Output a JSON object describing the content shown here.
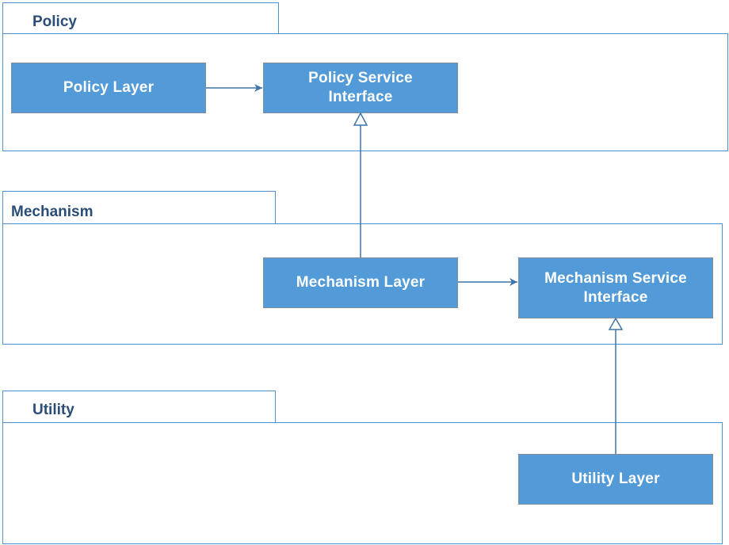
{
  "packages": {
    "policy": {
      "label": "Policy"
    },
    "mechanism": {
      "label": "Mechanism"
    },
    "utility": {
      "label": "Utility"
    }
  },
  "nodes": {
    "policy_layer": {
      "label": "Policy Layer"
    },
    "policy_service_interface": {
      "label": "Policy Service\nInterface"
    },
    "mechanism_layer": {
      "label": "Mechanism Layer"
    },
    "mechanism_service_interface": {
      "label": "Mechanism Service\nInterface"
    },
    "utility_layer": {
      "label": "Utility Layer"
    }
  },
  "edges": [
    {
      "from": "policy_layer",
      "to": "policy_service_interface",
      "type": "dependency"
    },
    {
      "from": "mechanism_layer",
      "to": "policy_service_interface",
      "type": "realization"
    },
    {
      "from": "mechanism_layer",
      "to": "mechanism_service_interface",
      "type": "dependency"
    },
    {
      "from": "utility_layer",
      "to": "mechanism_service_interface",
      "type": "realization"
    }
  ],
  "colors": {
    "frame_border": "#4f92d2",
    "node_fill": "#529bd8",
    "node_border": "#7f8f9e",
    "edge": "#3f75a8",
    "label": "#2a4d78"
  }
}
